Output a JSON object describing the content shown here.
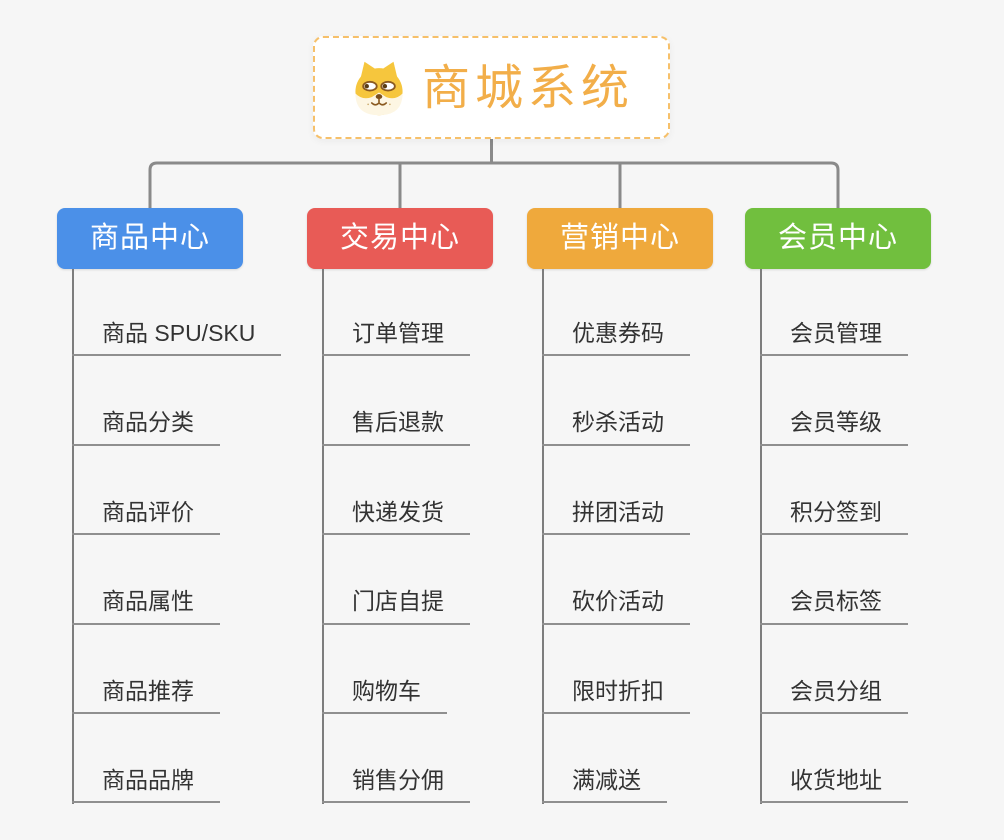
{
  "root": {
    "title": "商城系统",
    "icon": "dog-face-icon",
    "title_color": "#f2ae49",
    "border_color": "#f6c06a"
  },
  "branches": [
    {
      "title": "商品中心",
      "color": "#4b90e8",
      "items": [
        "商品 SPU/SKU",
        "商品分类",
        "商品评价",
        "商品属性",
        "商品推荐",
        "商品品牌"
      ]
    },
    {
      "title": "交易中心",
      "color": "#e85b56",
      "items": [
        "订单管理",
        "售后退款",
        "快递发货",
        "门店自提",
        "购物车",
        "销售分佣"
      ]
    },
    {
      "title": "营销中心",
      "color": "#efa93c",
      "items": [
        "优惠券码",
        "秒杀活动",
        "拼团活动",
        "砍价活动",
        "限时折扣",
        "满减送"
      ]
    },
    {
      "title": "会员中心",
      "color": "#71bf3e",
      "items": [
        "会员管理",
        "会员等级",
        "积分签到",
        "会员标签",
        "会员分组",
        "收货地址"
      ]
    }
  ],
  "connector_color": "#8a8a8a"
}
